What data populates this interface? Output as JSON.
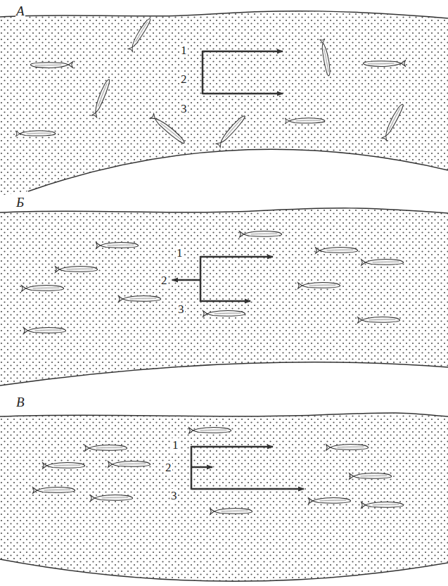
{
  "diagram": {
    "labels": [
      "А",
      "1",
      "2",
      "3",
      "Б",
      "1",
      "2",
      "3",
      "В",
      "1",
      "2",
      "3"
    ]
  }
}
